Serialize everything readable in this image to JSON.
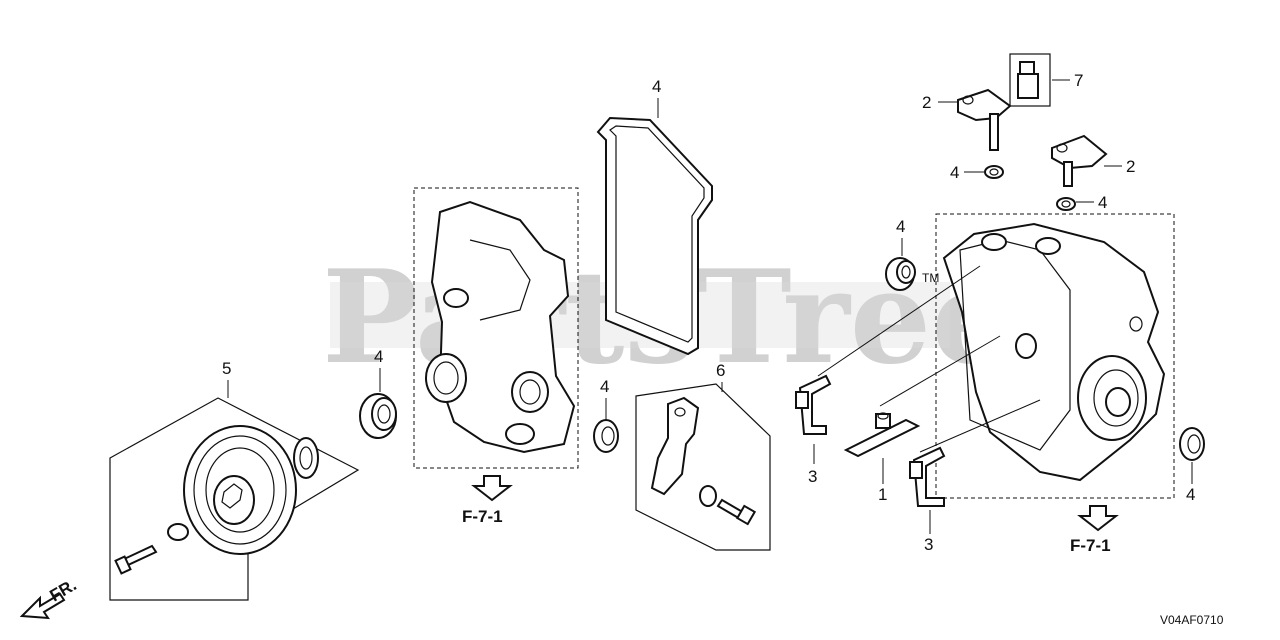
{
  "watermark": {
    "text": "PartsTree",
    "tm": "TM"
  },
  "diagram_code": "V04AF0710",
  "direction_label": "FR.",
  "reference_labels": [
    "F-7-1",
    "F-7-1"
  ],
  "callouts": {
    "c1": "1",
    "c2a": "2",
    "c2b": "2",
    "c3a": "3",
    "c3b": "3",
    "c4_gasket": "4",
    "c4_seal_left": "4",
    "c4_seal_mid": "4",
    "c4_seal_upper_left": "4",
    "c4_seal_upper_mid": "4",
    "c4_seal_upper_right": "4",
    "c4_seal_right": "4",
    "c5": "5",
    "c6": "6",
    "c7": "7"
  }
}
